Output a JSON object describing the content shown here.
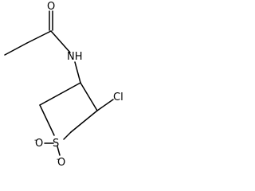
{
  "atoms": {
    "oxygen": "O",
    "nitrogen_hydrogen": "NH",
    "chlorine": "Cl",
    "sulfur": "S",
    "sulfur_oxygen_top": "O",
    "sulfur_oxygen_bottom": "O",
    "charge_dot": "-"
  },
  "colors": {
    "bond": "#000000",
    "background": "#ffffff"
  }
}
